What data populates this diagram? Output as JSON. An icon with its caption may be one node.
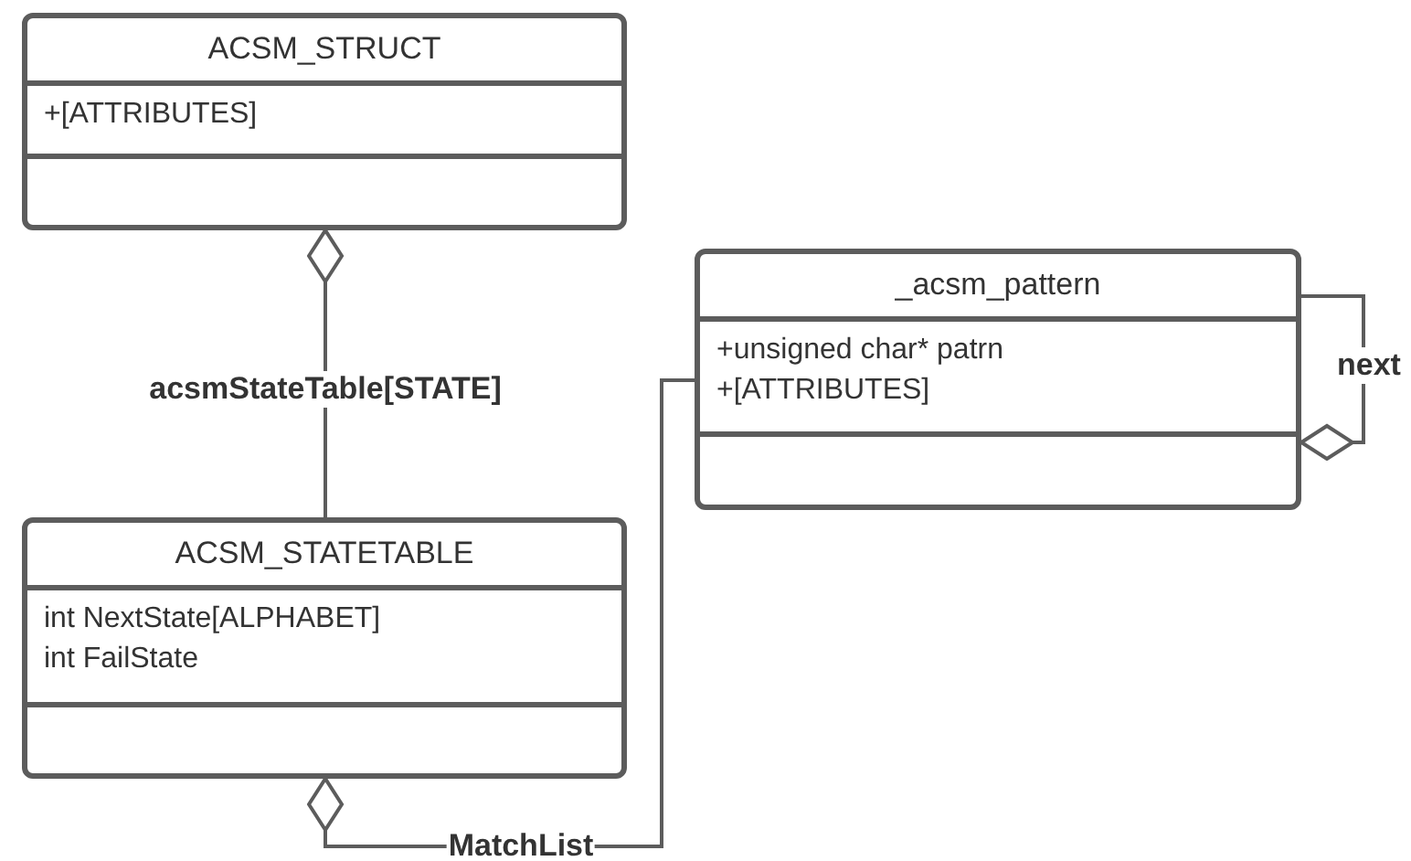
{
  "diagram": {
    "nodes": [
      {
        "text": [
          "ACSM_STRUCT",
          "+[ATTRIBUTES]"
        ]
      },
      {
        "text": [
          "ACSM_STATETABLE",
          "int NextState[ALPHABET]",
          "int FailState"
        ]
      },
      {
        "text": [
          "_acsm_pattern",
          "+unsigned char* patrn",
          "+[ATTRIBUTES]"
        ]
      }
    ],
    "edges": [
      {
        "from": 1,
        "to": 0,
        "arrow": "other",
        "label": "acsmStateTable[STATE]"
      },
      {
        "from": 2,
        "to": 1,
        "arrow": "other",
        "label": "MatchList"
      },
      {
        "from": 2,
        "to": 2,
        "arrow": "other",
        "label": "next"
      }
    ]
  }
}
